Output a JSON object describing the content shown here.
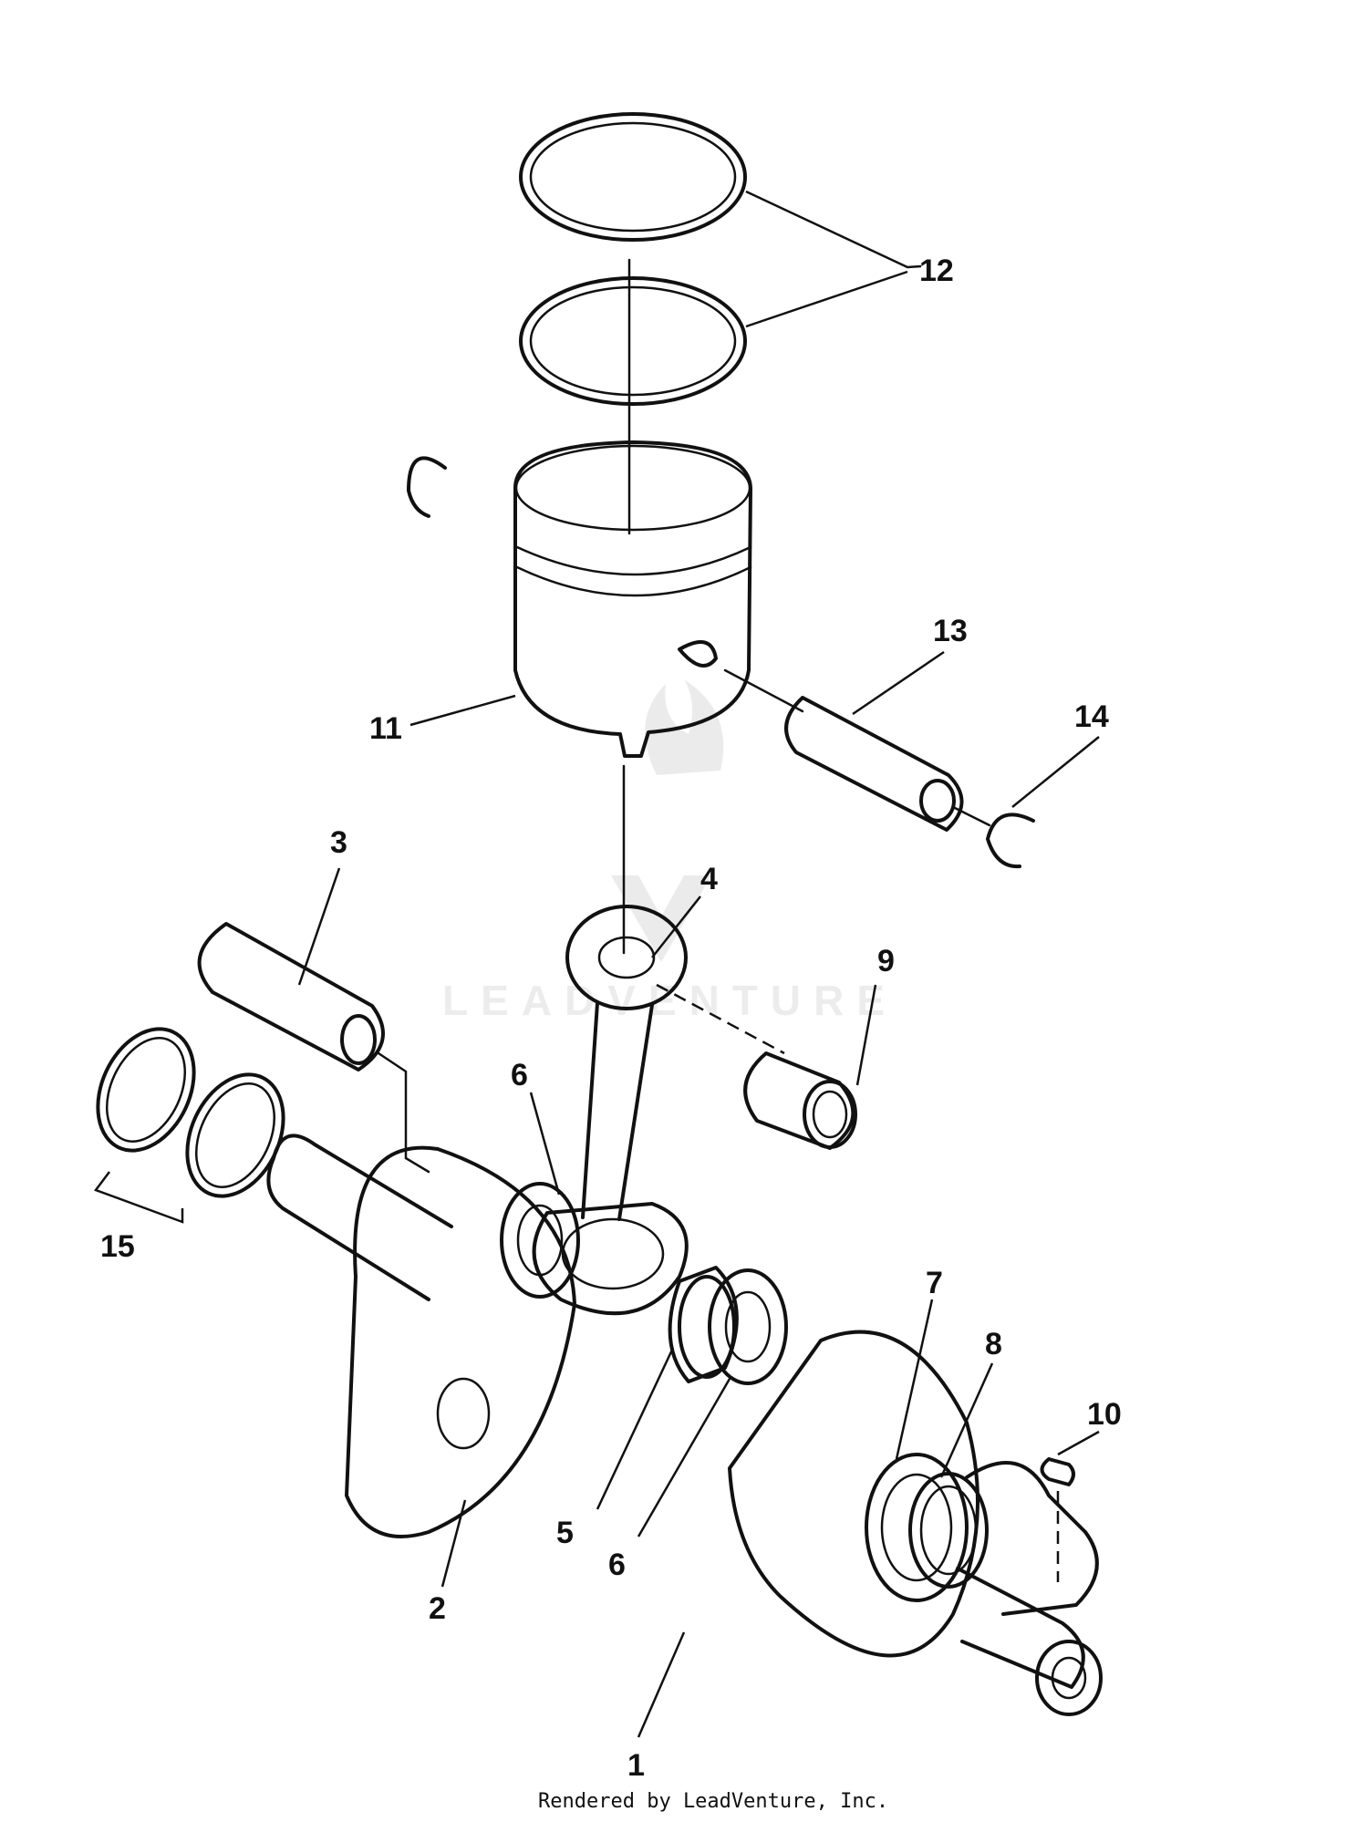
{
  "diagram": {
    "watermark": "LEADVENTURE",
    "credit": "Rendered by LeadVenture, Inc.",
    "callouts": [
      {
        "id": "c1",
        "label": "1"
      },
      {
        "id": "c2",
        "label": "2"
      },
      {
        "id": "c3",
        "label": "3"
      },
      {
        "id": "c4",
        "label": "4"
      },
      {
        "id": "c5",
        "label": "5"
      },
      {
        "id": "c6a",
        "label": "6"
      },
      {
        "id": "c6b",
        "label": "6"
      },
      {
        "id": "c7",
        "label": "7"
      },
      {
        "id": "c8",
        "label": "8"
      },
      {
        "id": "c9",
        "label": "9"
      },
      {
        "id": "c10",
        "label": "10"
      },
      {
        "id": "c11",
        "label": "11"
      },
      {
        "id": "c12",
        "label": "12"
      },
      {
        "id": "c13",
        "label": "13"
      },
      {
        "id": "c14",
        "label": "14"
      },
      {
        "id": "c15",
        "label": "15"
      }
    ]
  }
}
